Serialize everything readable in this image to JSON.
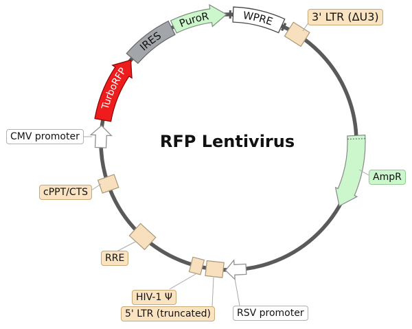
{
  "title": "RFP Lentivirus",
  "map_type": "circular plasmid map",
  "colors": {
    "backbone": "#5a5a5a",
    "gene_green": "#ccf6cb",
    "gene_red": "#ee1c1c",
    "element_gray": "#a2a6aa",
    "element_tan": "#f8dfbd",
    "promoter_white": "#ffffff"
  },
  "features": {
    "cmv": {
      "label": "CMV promoter",
      "type": "promoter",
      "shape": "white block arrow",
      "direction": "clockwise"
    },
    "turborfp": {
      "label": "TurboRFP",
      "type": "gene",
      "shape": "red curved arrow",
      "direction": "clockwise"
    },
    "ires": {
      "label": "IRES",
      "type": "element",
      "shape": "gray curved box"
    },
    "puror": {
      "label": "PuroR",
      "type": "gene",
      "shape": "green curved arrow",
      "direction": "clockwise"
    },
    "wpre": {
      "label": "WPRE",
      "type": "element",
      "shape": "white curved box"
    },
    "ltr3": {
      "label": "3' LTR (ΔU3)",
      "type": "LTR",
      "shape": "tan box"
    },
    "ampr": {
      "label": "AmpR",
      "type": "gene",
      "shape": "green curved arrow",
      "direction": "clockwise"
    },
    "rsv": {
      "label": "RSV promoter",
      "type": "promoter",
      "shape": "white block arrow",
      "direction": "clockwise"
    },
    "ltr5": {
      "label": "5' LTR (truncated)",
      "type": "LTR",
      "shape": "tan box"
    },
    "psi": {
      "label": "HIV-1 Ψ",
      "type": "element",
      "shape": "tan box"
    },
    "rre": {
      "label": "RRE",
      "type": "element",
      "shape": "tan box"
    },
    "cppt": {
      "label": "cPPT/CTS",
      "type": "element",
      "shape": "tan box"
    }
  }
}
